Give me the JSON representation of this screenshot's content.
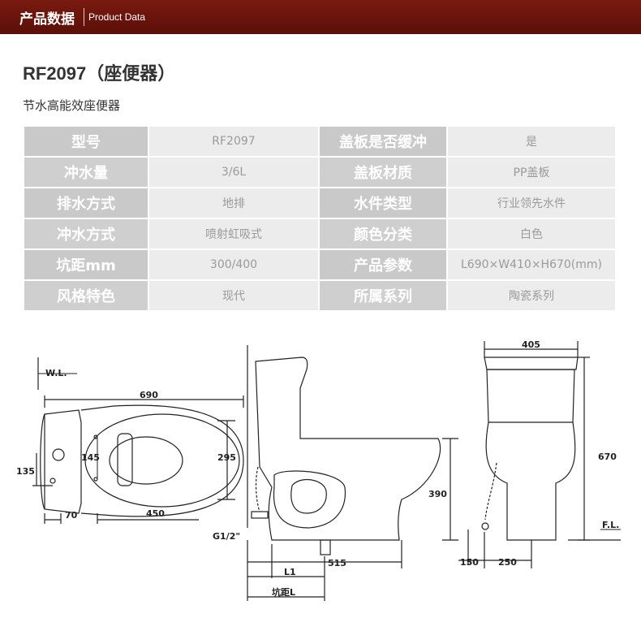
{
  "banner": {
    "title_cn": "产品数据",
    "title_en": "Product Data"
  },
  "product": {
    "title": "RF2097（座便器）",
    "subtitle": "节水高能效座便器"
  },
  "specs": [
    {
      "l1": "型号",
      "v1": "RF2097",
      "l2": "盖板是否缓冲",
      "v2": "是"
    },
    {
      "l1": "冲水量",
      "v1": "3/6L",
      "l2": "盖板材质",
      "v2": "PP盖板"
    },
    {
      "l1": "排水方式",
      "v1": "地排",
      "l2": "水件类型",
      "v2": "行业领先水件"
    },
    {
      "l1": "冲水方式",
      "v1": "喷射虹吸式",
      "l2": "颜色分类",
      "v2": "白色"
    },
    {
      "l1": "坑距mm",
      "v1": "300/400",
      "l2": "产品参数",
      "v2": "L690×W410×H670(mm)"
    },
    {
      "l1": "风格特色",
      "v1": "现代",
      "l2": "所属系列",
      "v2": "陶瓷系列"
    }
  ],
  "drawings": {
    "top": {
      "wl": "W.L.",
      "d690": "690",
      "d135": "135",
      "d145": "145",
      "d295": "295",
      "d70": "70",
      "d450": "450"
    },
    "side": {
      "d390": "390",
      "g12": "G1/2\"",
      "d515": "515",
      "l1": "L1",
      "pitch": "坑距L"
    },
    "front": {
      "d405": "405",
      "d670": "670",
      "fl": "F.L.",
      "d150": "150",
      "d250": "250"
    }
  },
  "colors": {
    "banner": "#6a140c",
    "label_bg": "#cfcfcf",
    "value_bg": "#ececec",
    "value_text": "#9a9a9a"
  }
}
